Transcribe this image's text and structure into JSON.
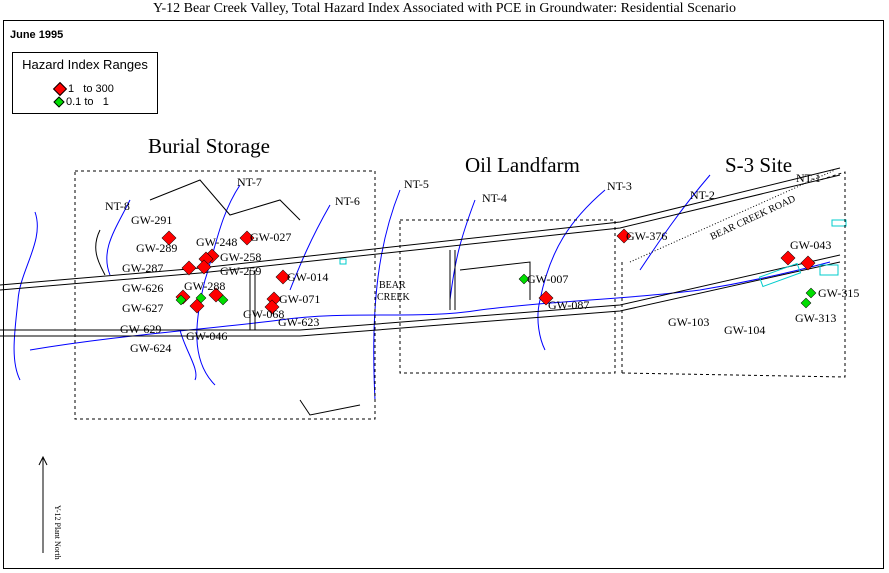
{
  "title": "Y-12 Bear Creek Valley, Total Hazard Index Associated with PCE in Groundwater: Residential Scenario",
  "date": "June 1995",
  "legend": {
    "title": "Hazard Index Ranges",
    "items": [
      {
        "label": "1   to 300",
        "color": "#ff0000"
      },
      {
        "label": "0.1 to   1",
        "color": "#00dd00"
      }
    ]
  },
  "areas": [
    "Burial Storage",
    "Oil Landfarm",
    "S-3 Site"
  ],
  "streams": [
    "NT-8",
    "NT-7",
    "NT-6",
    "NT-5",
    "NT-4",
    "NT-3",
    "NT-2",
    "NT-1"
  ],
  "features": {
    "creek": [
      "BEAR",
      "CREEK"
    ],
    "road": "BEAR CREEK ROAD"
  },
  "north_label": "Y-12 Plant North",
  "wells": [
    "GW-291",
    "GW-289",
    "GW-287",
    "GW-626",
    "GW-627",
    "GW-629",
    "GW-624",
    "GW-248",
    "GW-258",
    "GW-259",
    "GW-288",
    "GW-027",
    "GW-014",
    "GW-071",
    "GW-068",
    "GW-623",
    "GW-046",
    "GW-007",
    "GW-087",
    "GW-376",
    "GW-043",
    "GW-315",
    "GW-313",
    "GW-103",
    "GW-104"
  ],
  "colors": {
    "high": "#ff0000",
    "low": "#00dd00",
    "stream": "#0000ff",
    "building": "#00cccc"
  }
}
